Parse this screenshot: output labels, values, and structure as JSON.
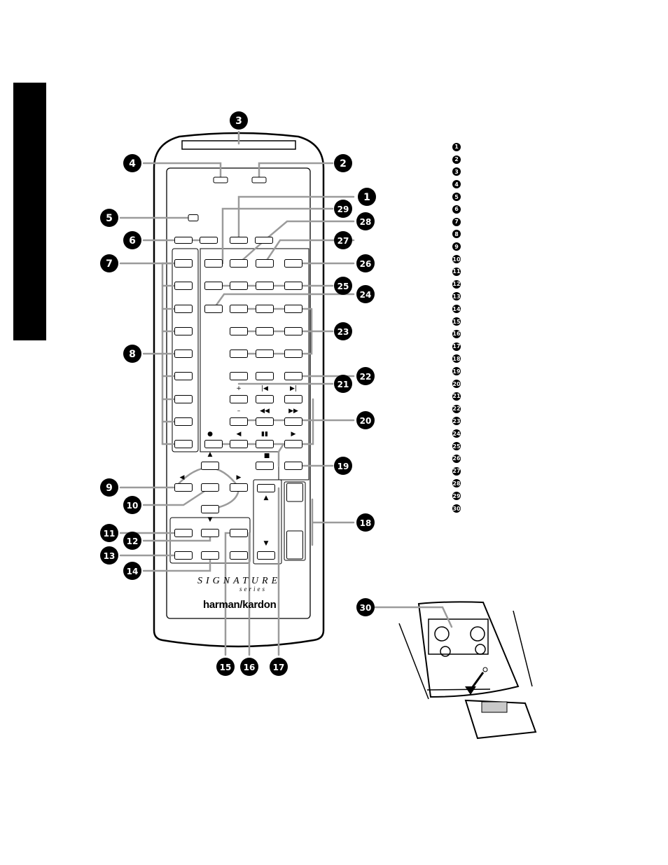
{
  "colors": {
    "ink": "#000000",
    "leader": "#9b9b9b",
    "button": "#b4b4b4",
    "paper": "#ffffff"
  },
  "callouts": [
    "1",
    "2",
    "3",
    "4",
    "5",
    "6",
    "7",
    "8",
    "9",
    "10",
    "11",
    "12",
    "13",
    "14",
    "15",
    "16",
    "17",
    "18",
    "19",
    "20",
    "21",
    "22",
    "23",
    "24",
    "25",
    "26",
    "27",
    "28",
    "29",
    "30"
  ],
  "legend": [
    "1",
    "2",
    "3",
    "4",
    "5",
    "6",
    "7",
    "8",
    "9",
    "10",
    "11",
    "12",
    "13",
    "14",
    "15",
    "16",
    "17",
    "18",
    "19",
    "20",
    "21",
    "22",
    "23",
    "24",
    "25",
    "26",
    "27",
    "28",
    "29",
    "30"
  ],
  "remote": {
    "brand_signature": "SIGNATURE",
    "brand_series": "series",
    "brand_name": "harman/kardon"
  },
  "transport_symbols": {
    "plus": "+",
    "minus": "–",
    "skip_back": "|◀",
    "skip_fwd": "▶|",
    "rewind": "◀◀",
    "fast_forward": "▶▶",
    "record": "●",
    "reverse": "◀",
    "pause": "▮▮",
    "play": "▶",
    "stop": "■"
  },
  "arrow_symbols": {
    "up": "▲",
    "down": "▼",
    "left": "◀",
    "right": "▶"
  }
}
